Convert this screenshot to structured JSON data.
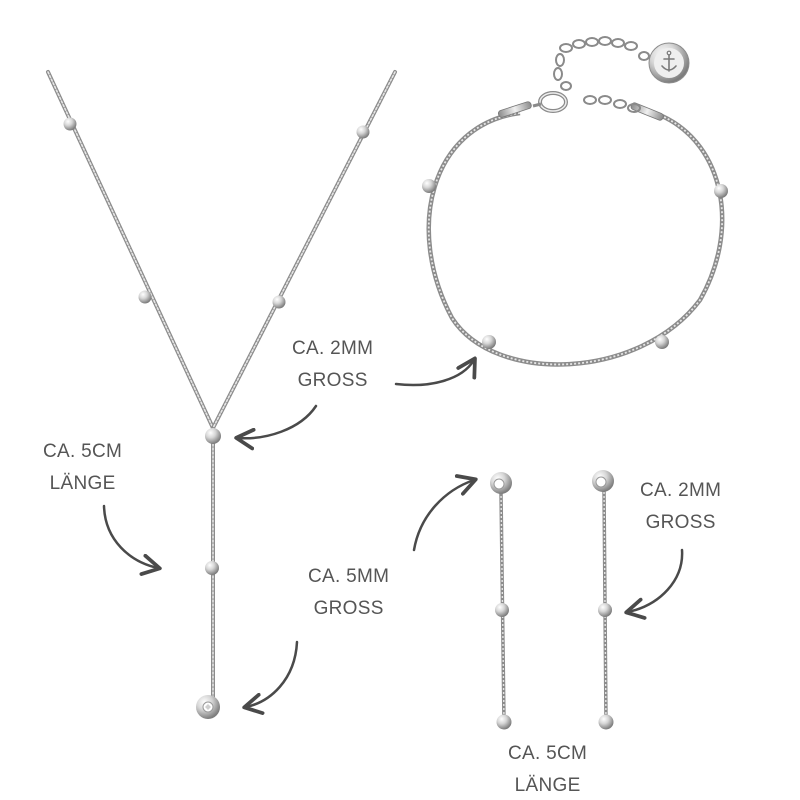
{
  "labels": {
    "necklace_bead": {
      "line1": "CA. 2MM",
      "line2": "GROSS"
    },
    "necklace_length": {
      "line1": "CA. 5CM",
      "line2": "LÄNGE"
    },
    "pendant_stone": {
      "line1": "CA. 5MM",
      "line2": "GROSS"
    },
    "earring_bead": {
      "line1": "CA. 2MM",
      "line2": "GROSS"
    },
    "earring_length": {
      "line1": "CA. 5CM",
      "line2": "LÄNGE"
    }
  },
  "colors": {
    "background": "#ffffff",
    "text": "#555555",
    "arrow": "#4a4a4a",
    "metal_light": "#f4f4f4",
    "metal_mid": "#c2c2c2",
    "metal_dark": "#7a7a7a"
  }
}
